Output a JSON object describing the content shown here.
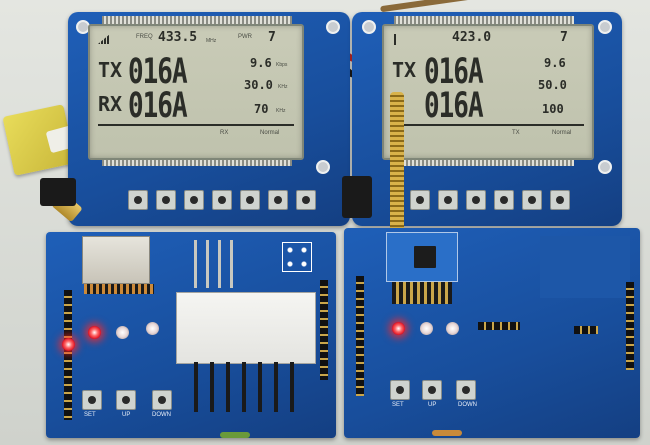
{
  "left_display": {
    "freq_label": "FREQ",
    "freq_value": "433.5",
    "freq_unit": "MHz",
    "pwr_label": "PWR",
    "pwr_value": "7",
    "tx_label": "TX",
    "tx_code": "016A",
    "rx_label": "RX",
    "rx_code": "016A",
    "dr_value": "9.6",
    "dr_unit": "Kbps",
    "fd_value": "30.0",
    "fd_unit": "KHz",
    "bw_value": "70",
    "bw_unit": "KHz",
    "mode_label": "Normal",
    "rx_tag": "RX"
  },
  "right_display": {
    "freq_value": "423.0",
    "pwr_value": "7",
    "tx_label": "TX",
    "tx_code": "016A",
    "rx_code": "016A",
    "dr_value": "9.6",
    "fd_value": "50.0",
    "bw_value": "100",
    "mode_label": "Normal",
    "tx_tag": "TX"
  },
  "left_lower_board": {
    "btn_labels": [
      "SET",
      "UP",
      "DOWN"
    ]
  },
  "right_lower_board": {
    "btn_labels": [
      "SET",
      "UP",
      "DOWN"
    ]
  }
}
